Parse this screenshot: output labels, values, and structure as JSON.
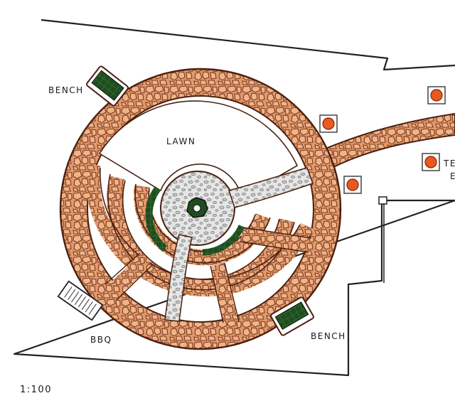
{
  "drawing": {
    "labels": {
      "bench_top": "BENCH",
      "bench_bottom": "BENCH",
      "lawn": "LAWN",
      "bbq": "BBQ",
      "scale": "1:100",
      "te_partial": "TE",
      "e_partial": "E"
    },
    "colors": {
      "stone_path": "#e3996a",
      "stone_outline": "#7a3a20",
      "grey_path": "#cfcfcf",
      "hedge": "#1f4d1f",
      "boundary": "#222222",
      "lamp": "#e85a20"
    },
    "items": [
      "bench",
      "bench",
      "bbq",
      "lamp",
      "lamp",
      "lamp",
      "lamp",
      "central-planter"
    ]
  }
}
